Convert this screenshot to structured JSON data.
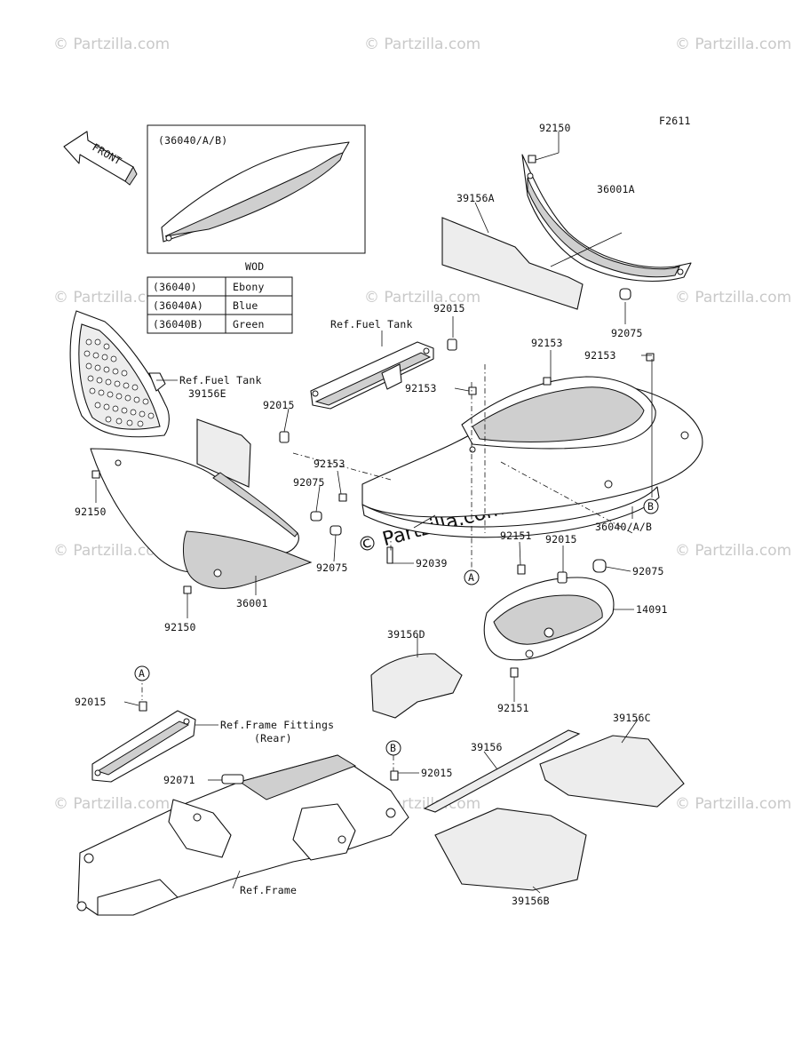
{
  "watermark": "© Partzilla.com",
  "center_watermark": "© Partzilla.com",
  "figure_code": "F2611",
  "front_label": "FRONT",
  "inset_label": "(36040/A/B)",
  "color_table": {
    "header": "WOD",
    "rows": [
      {
        "part": "(36040)",
        "color": "Ebony"
      },
      {
        "part": "(36040A)",
        "color": "Blue"
      },
      {
        "part": "(36040B)",
        "color": "Green"
      }
    ]
  },
  "labels": {
    "p92150_top": "92150",
    "p39156A": "39156A",
    "p36001A": "36001A",
    "p92075_top": "92075",
    "p92015_mid": "92015",
    "ref_fuel_tank_1": "Ref.Fuel Tank",
    "ref_fuel_tank_2": "Ref.Fuel Tank",
    "p39156E": "39156E",
    "p92015_left": "92015",
    "p92153_a": "92153",
    "p92153_b": "92153",
    "p92153_c": "92153",
    "p92153_d": "92153",
    "p92150_left": "92150",
    "p92075_a": "92075",
    "p92075_b": "92075",
    "p92039": "92039",
    "p36001": "36001",
    "p92150_bottom": "92150",
    "p36040AB": "36040/A/B",
    "p92151_top": "92151",
    "p92015_r": "92015",
    "p92075_r": "92075",
    "p14091": "14091",
    "p39156D": "39156D",
    "p92151_bottom": "92151",
    "p92015_lower": "92015",
    "ref_frame_fittings": "Ref.Frame Fittings",
    "ref_frame_fittings_rear": "(Rear)",
    "p92071": "92071",
    "p92015_b": "92015",
    "p39156": "39156",
    "p39156C": "39156C",
    "ref_frame": "Ref.Frame",
    "p39156B": "39156B"
  },
  "callouts": {
    "A": "A",
    "B": "B"
  }
}
